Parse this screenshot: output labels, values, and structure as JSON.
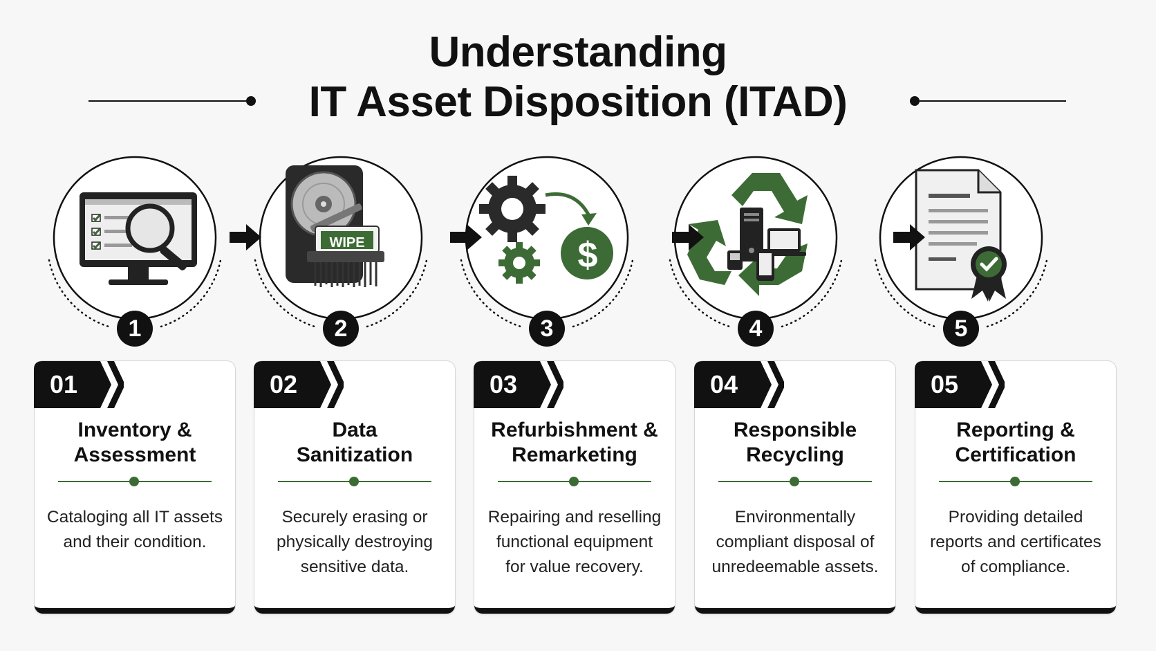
{
  "title": {
    "line1": "Understanding",
    "line2": "IT Asset Disposition (ITAD)"
  },
  "colors": {
    "accent_green": "#3d6b35",
    "dark": "#111111",
    "background": "#f7f7f7"
  },
  "steps": [
    {
      "badge": "1",
      "code": "01",
      "title": "Inventory &\nAssessment",
      "description": "Cataloging all IT assets\nand their condition.",
      "icon": "monitor-magnifier-checklist-icon"
    },
    {
      "badge": "2",
      "code": "02",
      "title": "Data\nSanitization",
      "description": "Securely erasing or\nphysically destroying\nsensitive data.",
      "icon": "hard-drive-wipe-shredder-icon",
      "icon_text": "WIPE"
    },
    {
      "badge": "3",
      "code": "03",
      "title": "Refurbishment &\nRemarketing",
      "description": "Repairing and reselling\nfunctional equipment\nfor value recovery.",
      "icon": "gears-dollar-icon",
      "icon_text": "$"
    },
    {
      "badge": "4",
      "code": "04",
      "title": "Responsible\nRecycling",
      "description": "Environmentally\ncompliant disposal of\nunredeemable assets.",
      "icon": "recycle-devices-icon"
    },
    {
      "badge": "5",
      "code": "05",
      "title": "Reporting &\nCertification",
      "description": "Providing detailed\nreports and certificates\nof compliance.",
      "icon": "certificate-document-icon"
    }
  ]
}
